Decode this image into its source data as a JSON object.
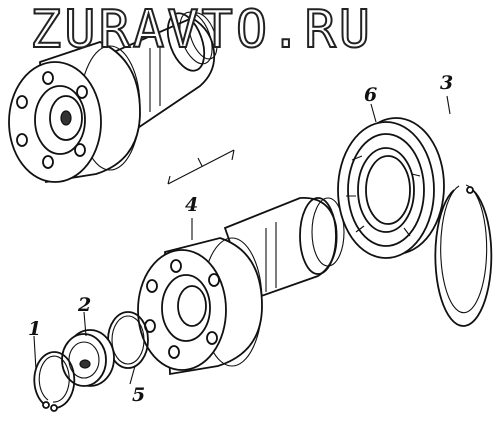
{
  "watermark": "ZURAVTO.RU",
  "callouts": {
    "part_1": "1",
    "part_2": "2",
    "part_3": "3",
    "part_4": "4",
    "part_5": "5",
    "part_6": "6"
  }
}
